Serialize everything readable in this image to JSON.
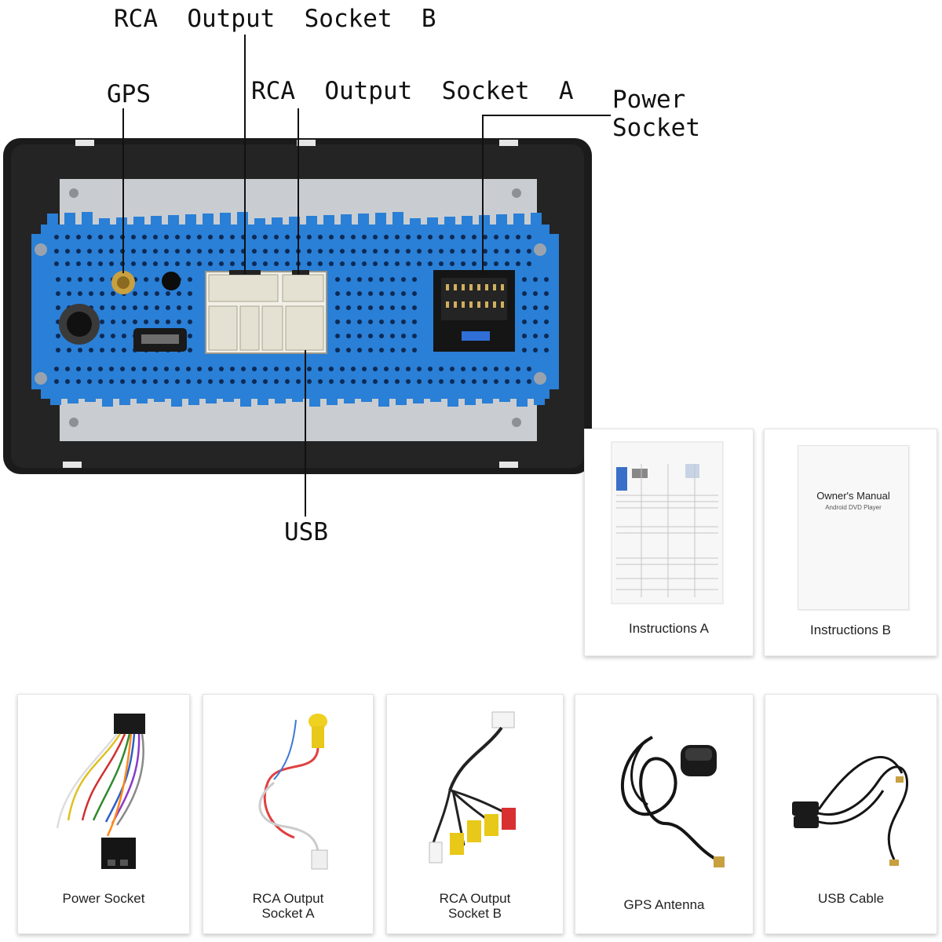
{
  "callouts": {
    "rca_b": "RCA  Output  Socket  B",
    "gps": "GPS",
    "rca_a": "RCA  Output  Socket  A",
    "power_line1": "Power",
    "power_line2": "Socket",
    "usb": "USB"
  },
  "accessories": {
    "instructions_a": "Instructions A",
    "instructions_b": "Instructions B",
    "manual_title": "Owner's Manual",
    "manual_subtitle": "Android DVD Player",
    "power_socket": "Power Socket",
    "rca_a_line1": "RCA Output",
    "rca_a_line2": "Socket A",
    "rca_b_line1": "RCA Output",
    "rca_b_line2": "Socket B",
    "gps_antenna": "GPS Antenna",
    "usb_cable": "USB Cable"
  },
  "colors": {
    "heatsink_blue": "#2a7fd6",
    "frame_black": "#1b1b1b",
    "plate_grey": "#c9cdd1"
  }
}
